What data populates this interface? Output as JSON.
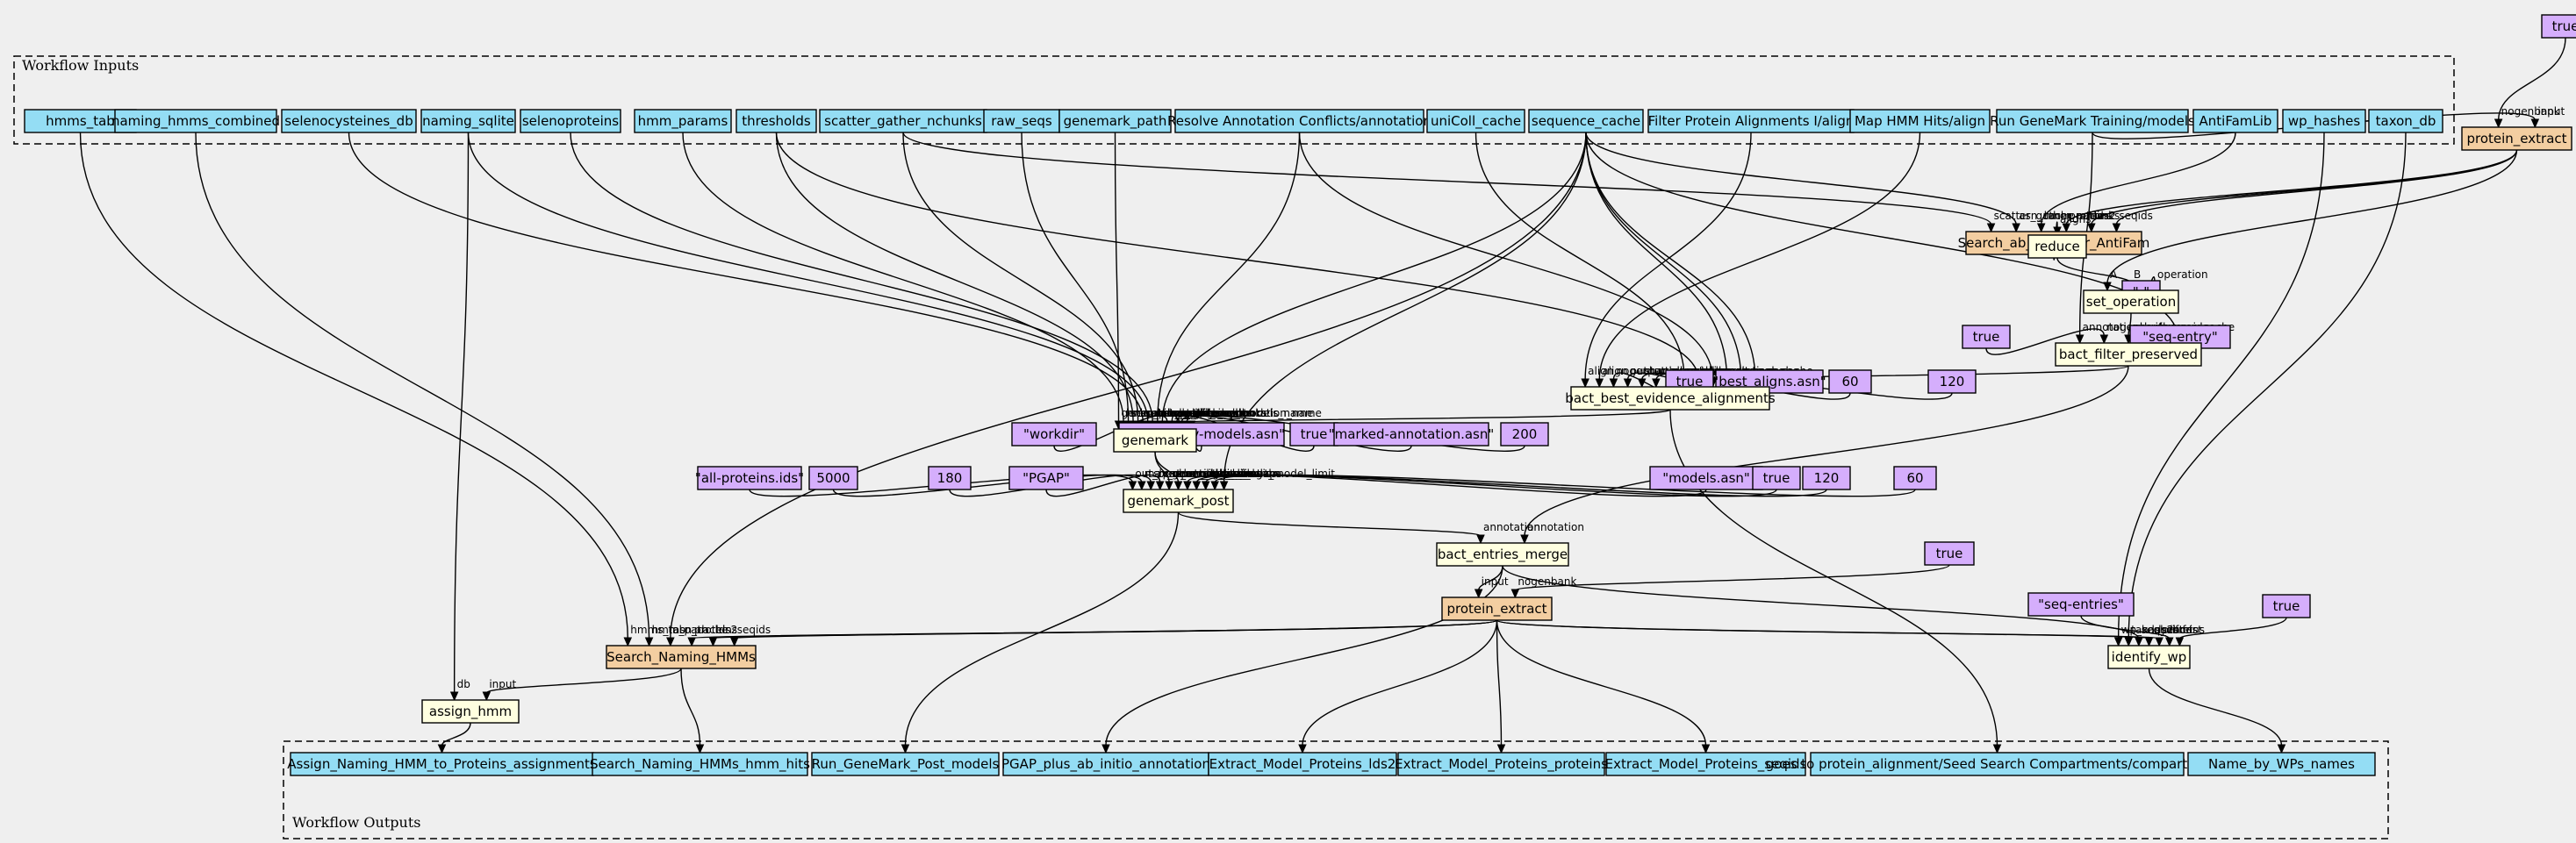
{
  "clusters": {
    "inputs_label": "Workflow Inputs",
    "outputs_label": "Workflow Outputs"
  },
  "colors": {
    "input_fill": "#94ddf4",
    "output_fill": "#94ddf4",
    "subworkflow_fill": "#f3cea1",
    "step_fill": "#ffffe0",
    "constant_fill": "#d5aefc",
    "background": "#efefef"
  },
  "nodes": [
    {
      "id": "in_hmms_tab",
      "label": "hmms_tab",
      "kind": "input"
    },
    {
      "id": "in_naming_hmms_combined",
      "label": "naming_hmms_combined",
      "kind": "input"
    },
    {
      "id": "in_selenocysteines_db",
      "label": "selenocysteines_db",
      "kind": "input"
    },
    {
      "id": "in_naming_sqlite",
      "label": "naming_sqlite",
      "kind": "input"
    },
    {
      "id": "in_selenoproteins",
      "label": "selenoproteins",
      "kind": "input"
    },
    {
      "id": "in_hmm_params",
      "label": "hmm_params",
      "kind": "input"
    },
    {
      "id": "in_thresholds",
      "label": "thresholds",
      "kind": "input"
    },
    {
      "id": "in_scatter",
      "label": "scatter_gather_nchunks",
      "kind": "input"
    },
    {
      "id": "in_raw_seqs",
      "label": "raw_seqs",
      "kind": "input"
    },
    {
      "id": "in_genemark_path",
      "label": "genemark_path",
      "kind": "input"
    },
    {
      "id": "in_resolve",
      "label": "Resolve Annotation Conflicts/annotation",
      "kind": "input"
    },
    {
      "id": "in_unicoll",
      "label": "uniColl_cache",
      "kind": "input"
    },
    {
      "id": "in_sequence_cache",
      "label": "sequence_cache",
      "kind": "input"
    },
    {
      "id": "in_filter",
      "label": "Filter Protein Alignments I/align",
      "kind": "input"
    },
    {
      "id": "in_maphmm",
      "label": "Map HMM Hits/align",
      "kind": "input"
    },
    {
      "id": "in_rungenemark",
      "label": "Run GeneMark Training/models",
      "kind": "input"
    },
    {
      "id": "in_antifamlib",
      "label": "AntiFamLib",
      "kind": "input"
    },
    {
      "id": "in_wp_hashes",
      "label": "wp_hashes",
      "kind": "input"
    },
    {
      "id": "in_taxon_db",
      "label": "taxon_db",
      "kind": "input"
    },
    {
      "id": "c_true_top",
      "label": "true",
      "kind": "constant"
    },
    {
      "id": "sw_protein_extract_top",
      "label": "protein_extract",
      "kind": "subworkflow"
    },
    {
      "id": "sw_search_antifam",
      "label": "Search_ab_initio_for_AntiFam",
      "kind": "subworkflow"
    },
    {
      "id": "st_reduce",
      "label": "reduce",
      "kind": "step"
    },
    {
      "id": "c_minus",
      "label": "\"-\"",
      "kind": "constant"
    },
    {
      "id": "st_set_operation",
      "label": "set_operation",
      "kind": "step"
    },
    {
      "id": "c_true_bfp",
      "label": "true",
      "kind": "constant"
    },
    {
      "id": "c_seq_entry",
      "label": "\"seq-entry\"",
      "kind": "constant"
    },
    {
      "id": "st_bact_filter",
      "label": "bact_filter_preserved",
      "kind": "step"
    },
    {
      "id": "c_true_bbe",
      "label": "true",
      "kind": "constant"
    },
    {
      "id": "c_best_aligns",
      "label": "\"best_aligns.asn\"",
      "kind": "constant"
    },
    {
      "id": "c_60_a",
      "label": "60",
      "kind": "constant"
    },
    {
      "id": "c_120_a",
      "label": "120",
      "kind": "constant"
    },
    {
      "id": "st_bact_best",
      "label": "bact_best_evidence_alignments",
      "kind": "step"
    },
    {
      "id": "c_workdir",
      "label": "\"workdir\"",
      "kind": "constant"
    },
    {
      "id": "c_prelim",
      "label": "\"preliminary-models.asn\"",
      "kind": "constant"
    },
    {
      "id": "c_true_gm",
      "label": "true",
      "kind": "constant"
    },
    {
      "id": "c_marked",
      "label": "\"marked-annotation.asn\"",
      "kind": "constant"
    },
    {
      "id": "c_200",
      "label": "200",
      "kind": "constant"
    },
    {
      "id": "st_genemark",
      "label": "genemark",
      "kind": "step"
    },
    {
      "id": "c_allprot",
      "label": "\"all-proteins.ids\"",
      "kind": "constant"
    },
    {
      "id": "c_5000",
      "label": "5000",
      "kind": "constant"
    },
    {
      "id": "c_180",
      "label": "180",
      "kind": "constant"
    },
    {
      "id": "c_pgap",
      "label": "\"PGAP\"",
      "kind": "constant"
    },
    {
      "id": "c_models",
      "label": "\"models.asn\"",
      "kind": "constant"
    },
    {
      "id": "c_true_gp",
      "label": "true",
      "kind": "constant"
    },
    {
      "id": "c_120_b",
      "label": "120",
      "kind": "constant"
    },
    {
      "id": "c_60_b",
      "label": "60",
      "kind": "constant"
    },
    {
      "id": "st_genemark_post",
      "label": "genemark_post",
      "kind": "step"
    },
    {
      "id": "st_bact_entries",
      "label": "bact_entries_merge",
      "kind": "step"
    },
    {
      "id": "c_true_pe",
      "label": "true",
      "kind": "constant"
    },
    {
      "id": "sw_protein_extract",
      "label": "protein_extract",
      "kind": "subworkflow"
    },
    {
      "id": "c_seq_entries",
      "label": "\"seq-entries\"",
      "kind": "constant"
    },
    {
      "id": "c_true_fast",
      "label": "true",
      "kind": "constant"
    },
    {
      "id": "st_identify_wp",
      "label": "identify_wp",
      "kind": "step"
    },
    {
      "id": "sw_search_naming",
      "label": "Search_Naming_HMMs",
      "kind": "subworkflow"
    },
    {
      "id": "st_assign_hmm",
      "label": "assign_hmm",
      "kind": "step"
    },
    {
      "id": "out_assign",
      "label": "Assign_Naming_HMM_to_Proteins_assignments",
      "kind": "output"
    },
    {
      "id": "out_search_hits",
      "label": "Search_Naming_HMMs_hmm_hits",
      "kind": "output"
    },
    {
      "id": "out_run_gm_post",
      "label": "Run_GeneMark_Post_models",
      "kind": "output"
    },
    {
      "id": "out_pgap",
      "label": "PGAP_plus_ab_initio_annotation",
      "kind": "output"
    },
    {
      "id": "out_lds2",
      "label": "Extract_Model_Proteins_lds2",
      "kind": "output"
    },
    {
      "id": "out_proteins",
      "label": "Extract_Model_Proteins_proteins",
      "kind": "output"
    },
    {
      "id": "out_seqids",
      "label": "Extract_Model_Proteins_seqids",
      "kind": "output"
    },
    {
      "id": "out_goes_to",
      "label": "goes to protein_alignment/Seed Search Compartments/compartments",
      "kind": "output"
    },
    {
      "id": "out_name_by_wp",
      "label": "Name_by_WPs_names",
      "kind": "output"
    }
  ],
  "edges": [
    {
      "from": "c_true_top",
      "to": "sw_protein_extract_top",
      "label": "nogenbank"
    },
    {
      "from": "in_rungenemark",
      "to": "sw_protein_extract_top",
      "label": "input"
    },
    {
      "from": "in_scatter",
      "to": "sw_search_antifam",
      "label": "scatter_gather_nchunks"
    },
    {
      "from": "in_sequence_cache",
      "to": "sw_search_antifam",
      "label": "asn_cache"
    },
    {
      "from": "in_antifamlib",
      "to": "sw_search_antifam",
      "label": "hmm_path"
    },
    {
      "from": "sw_protein_extract_top",
      "to": "sw_search_antifam",
      "label": "proteins"
    },
    {
      "from": "sw_protein_extract_top",
      "to": "sw_search_antifam",
      "label": "lds2"
    },
    {
      "from": "sw_protein_extract_top",
      "to": "sw_search_antifam",
      "label": "seqids"
    },
    {
      "from": "sw_search_antifam",
      "to": "st_reduce",
      "label": "aligns"
    },
    {
      "from": "sw_protein_extract_top",
      "to": "st_set_operation",
      "label": "A"
    },
    {
      "from": "st_reduce",
      "to": "st_set_operation",
      "label": "B"
    },
    {
      "from": "c_minus",
      "to": "st_set_operation",
      "label": "operation"
    },
    {
      "from": "in_rungenemark",
      "to": "st_bact_filter",
      "label": "annotation"
    },
    {
      "from": "c_true_bfp",
      "to": "st_bact_filter",
      "label": "nogenbank"
    },
    {
      "from": "st_set_operation",
      "to": "st_bact_filter",
      "label": "only_those_ids"
    },
    {
      "from": "c_seq_entry",
      "to": "st_bact_filter",
      "label": "ifmt"
    },
    {
      "from": "in_sequence_cache",
      "to": "st_bact_filter",
      "label": "asn_cache"
    },
    {
      "from": "in_filter",
      "to": "st_bact_best",
      "label": "align"
    },
    {
      "from": "in_maphmm",
      "to": "st_bact_best",
      "label": "align"
    },
    {
      "from": "c_true_bbe",
      "to": "st_bact_best",
      "label": "nogenbank"
    },
    {
      "from": "c_best_aligns",
      "to": "st_bact_best",
      "label": "output_align_name"
    },
    {
      "from": "c_60_a",
      "to": "st_bact_best",
      "label": "start_stop_allowance"
    },
    {
      "from": "c_120_a",
      "to": "st_bact_best",
      "label": "max_overlap"
    },
    {
      "from": "st_bact_filter",
      "to": "st_bact_best",
      "label": "annotation"
    },
    {
      "from": "in_unicoll",
      "to": "st_bact_best",
      "label": "unicoll_sqlite"
    },
    {
      "from": "in_thresholds",
      "to": "st_bact_best",
      "label": "thr"
    },
    {
      "from": "in_resolve",
      "to": "st_bact_best",
      "label": "annotation"
    },
    {
      "from": "in_sequence_cache",
      "to": "st_bact_best",
      "label": "asn_cache"
    },
    {
      "from": "in_sequence_cache",
      "to": "st_bact_best",
      "label": "asn_cache"
    },
    {
      "from": "in_sequence_cache",
      "to": "st_bact_best",
      "label": "asn_cache"
    },
    {
      "from": "in_genemark_path",
      "to": "st_genemark",
      "label": "genemark_path"
    },
    {
      "from": "in_hmm_params",
      "to": "st_genemark",
      "label": "hmm_params"
    },
    {
      "from": "in_raw_seqs",
      "to": "st_genemark",
      "label": "sequences"
    },
    {
      "from": "in_thresholds",
      "to": "st_genemark",
      "label": "thr"
    },
    {
      "from": "in_scatter",
      "to": "st_genemark",
      "label": "scatter_gather_nchunks"
    },
    {
      "from": "in_selenocysteines_db",
      "to": "st_genemark",
      "label": "selenocysteines_db"
    },
    {
      "from": "in_naming_sqlite",
      "to": "st_genemark",
      "label": "unicoll_sqlite"
    },
    {
      "from": "in_selenoproteins",
      "to": "st_genemark",
      "label": "selenocysteines"
    },
    {
      "from": "in_resolve",
      "to": "st_genemark",
      "label": "annotation"
    },
    {
      "from": "in_sequence_cache",
      "to": "st_genemark",
      "label": "asn_cache"
    },
    {
      "from": "c_workdir",
      "to": "st_genemark",
      "label": "tmp_dir_name"
    },
    {
      "from": "c_prelim",
      "to": "st_genemark",
      "label": "preliminary_models_name"
    },
    {
      "from": "c_true_gm",
      "to": "st_genemark",
      "label": "nogenbank"
    },
    {
      "from": "c_marked",
      "to": "st_genemark",
      "label": "marked_annotation_name"
    },
    {
      "from": "c_200",
      "to": "st_genemark",
      "label": "min_seq_len"
    },
    {
      "from": "st_bact_best",
      "to": "st_genemark",
      "label": "alignments"
    },
    {
      "from": "c_allprot",
      "to": "st_genemark_post",
      "label": "out_product_ids_name"
    },
    {
      "from": "c_5000",
      "to": "st_genemark_post",
      "label": "max_unannotated_region"
    },
    {
      "from": "c_180",
      "to": "st_genemark_post",
      "label": "short_model_limit"
    },
    {
      "from": "c_pgap",
      "to": "st_genemark_post",
      "label": "product_id_prefix"
    },
    {
      "from": "st_genemark",
      "to": "st_genemark_post",
      "label": "genemark_annot"
    },
    {
      "from": "st_genemark",
      "to": "st_genemark_post",
      "label": "pre_annot"
    },
    {
      "from": "c_models",
      "to": "st_genemark_post",
      "label": "models_name"
    },
    {
      "from": "c_true_gp",
      "to": "st_genemark_post",
      "label": "nogenbank"
    },
    {
      "from": "c_120_b",
      "to": "st_genemark_post",
      "label": "max_overlap"
    },
    {
      "from": "c_60_b",
      "to": "st_genemark_post",
      "label": "abs_short_model_limit"
    },
    {
      "from": "in_sequence_cache",
      "to": "st_genemark_post",
      "label": "asn_cache"
    },
    {
      "from": "st_genemark_post",
      "to": "st_bact_entries",
      "label": "annotation"
    },
    {
      "from": "st_bact_filter",
      "to": "st_bact_entries",
      "label": "annotation"
    },
    {
      "from": "st_bact_entries",
      "to": "sw_protein_extract",
      "label": "input"
    },
    {
      "from": "c_true_pe",
      "to": "sw_protein_extract",
      "label": "nogenbank"
    },
    {
      "from": "in_hmms_tab",
      "to": "sw_search_naming",
      "label": "hmms_tab"
    },
    {
      "from": "in_naming_hmms_combined",
      "to": "sw_search_naming",
      "label": "hmm_path"
    },
    {
      "from": "in_sequence_cache",
      "to": "sw_search_naming",
      "label": "asn_cache"
    },
    {
      "from": "sw_protein_extract",
      "to": "sw_search_naming",
      "label": "proteins"
    },
    {
      "from": "sw_protein_extract",
      "to": "sw_search_naming",
      "label": "lds2"
    },
    {
      "from": "sw_protein_extract",
      "to": "sw_search_naming",
      "label": "seqids"
    },
    {
      "from": "in_naming_sqlite",
      "to": "st_assign_hmm",
      "label": "db"
    },
    {
      "from": "sw_search_naming",
      "to": "st_assign_hmm",
      "label": "input"
    },
    {
      "from": "in_wp_hashes",
      "to": "st_identify_wp",
      "label": "wp_hashes"
    },
    {
      "from": "in_taxon_db",
      "to": "st_identify_wp",
      "label": "taxon_db"
    },
    {
      "from": "st_bact_entries",
      "to": "st_identify_wp",
      "label": "sequences"
    },
    {
      "from": "sw_protein_extract",
      "to": "st_identify_wp",
      "label": "lds2"
    },
    {
      "from": "sw_protein_extract",
      "to": "st_identify_wp",
      "label": "proteins"
    },
    {
      "from": "c_seq_entries",
      "to": "st_identify_wp",
      "label": "ifmt"
    },
    {
      "from": "c_true_fast",
      "to": "st_identify_wp",
      "label": "fast"
    },
    {
      "from": "st_assign_hmm",
      "to": "out_assign",
      "label": ""
    },
    {
      "from": "sw_search_naming",
      "to": "out_search_hits",
      "label": ""
    },
    {
      "from": "st_genemark_post",
      "to": "out_run_gm_post",
      "label": ""
    },
    {
      "from": "st_bact_entries",
      "to": "out_pgap",
      "label": ""
    },
    {
      "from": "sw_protein_extract",
      "to": "out_lds2",
      "label": ""
    },
    {
      "from": "sw_protein_extract",
      "to": "out_proteins",
      "label": ""
    },
    {
      "from": "sw_protein_extract",
      "to": "out_seqids",
      "label": ""
    },
    {
      "from": "st_bact_best",
      "to": "out_goes_to",
      "label": ""
    },
    {
      "from": "st_identify_wp",
      "to": "out_name_by_wp",
      "label": ""
    }
  ]
}
